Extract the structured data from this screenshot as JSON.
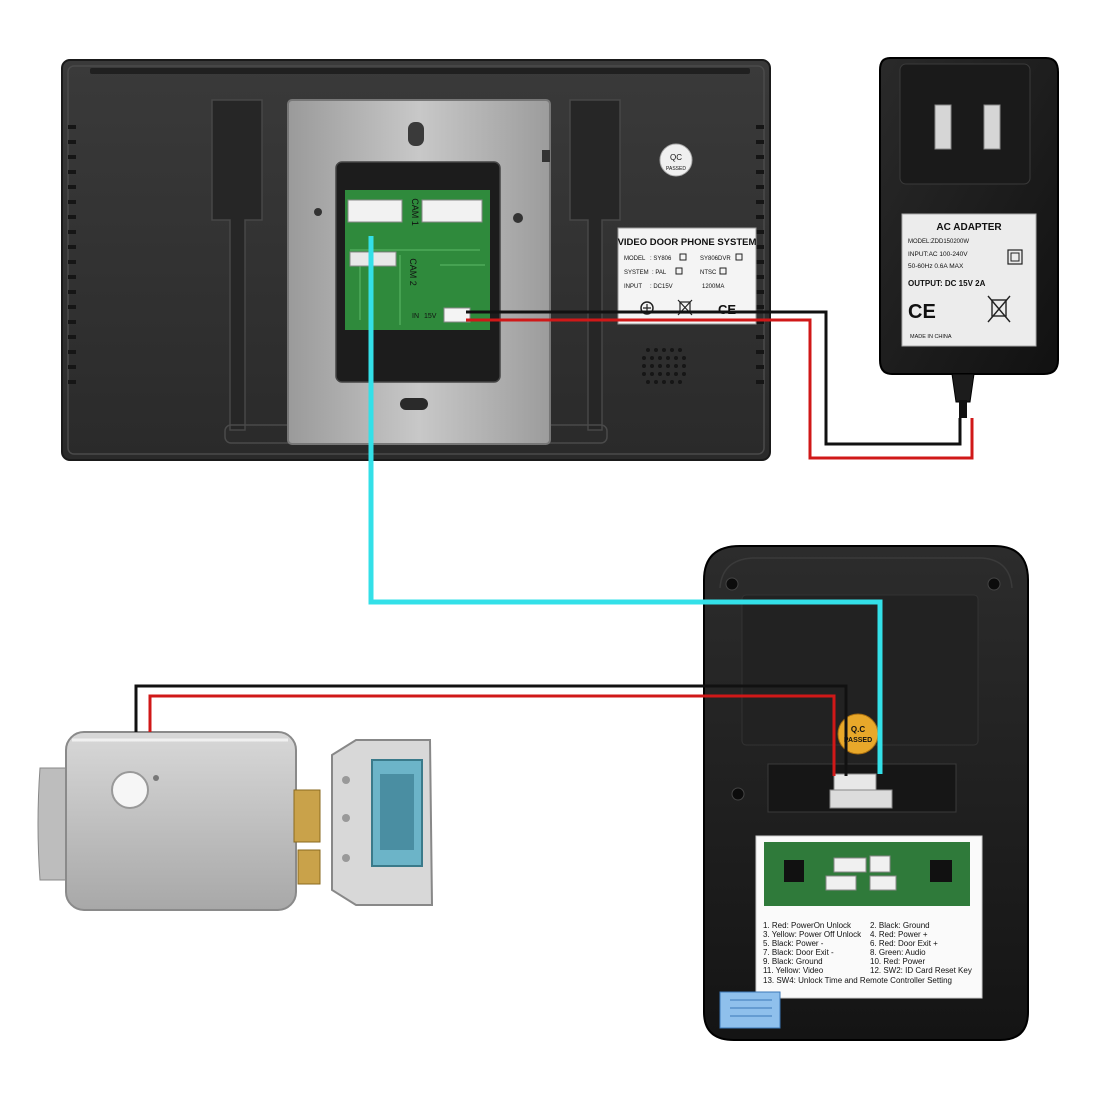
{
  "monitor": {
    "qc_badge_top": "QC",
    "qc_badge_bottom": "PASSED",
    "cam1_label": "CAM 1",
    "cam2_label": "CAM 2",
    "in_label": "IN",
    "volt_label": "15V",
    "label_title": "VIDEO DOOR PHONE SYSTEM",
    "model_key": "MODEL",
    "model_value": ": SY806",
    "model_alt": "SY806DVR",
    "system_key": "SYSTEM",
    "system_value": ": PAL",
    "system_alt": "NTSC",
    "input_key": "INPUT",
    "input_value": ": DC15V",
    "input_current": "1200MA",
    "ce_mark": "CE"
  },
  "adapter": {
    "title": "AC ADAPTER",
    "model": "MODEL:ZDD150200W",
    "input": "INPUT:AC 100-240V",
    "freq": "50-60Hz 0.6A MAX",
    "output": "OUTPUT: DC 15V 2A",
    "ce_mark": "CE",
    "origin": "MADE IN CHINA"
  },
  "camera": {
    "qc_top": "Q.C",
    "qc_bottom": "PASSED",
    "legend": [
      [
        "1. Red: PowerOn Unlock",
        "2. Black: Ground"
      ],
      [
        "3. Yellow: Power Off Unlock",
        "4. Red:  Power +"
      ],
      [
        "5. Black: Power -",
        "6. Red: Door Exit +"
      ],
      [
        "7. Black: Door Exit -",
        "8. Green:  Audio"
      ],
      [
        "9. Black: Ground",
        "10. Red:  Power"
      ],
      [
        "11. Yellow:  Video",
        "12. SW2: ID Card Reset Key"
      ]
    ],
    "legend_last": "13. SW4: Unlock Time and Remote Controller Setting"
  },
  "colors": {
    "video_wire": "#33e0e8",
    "power_pos_wire": "#d01818",
    "ground_wire": "#111111",
    "board_green": "#2f8a3c"
  }
}
